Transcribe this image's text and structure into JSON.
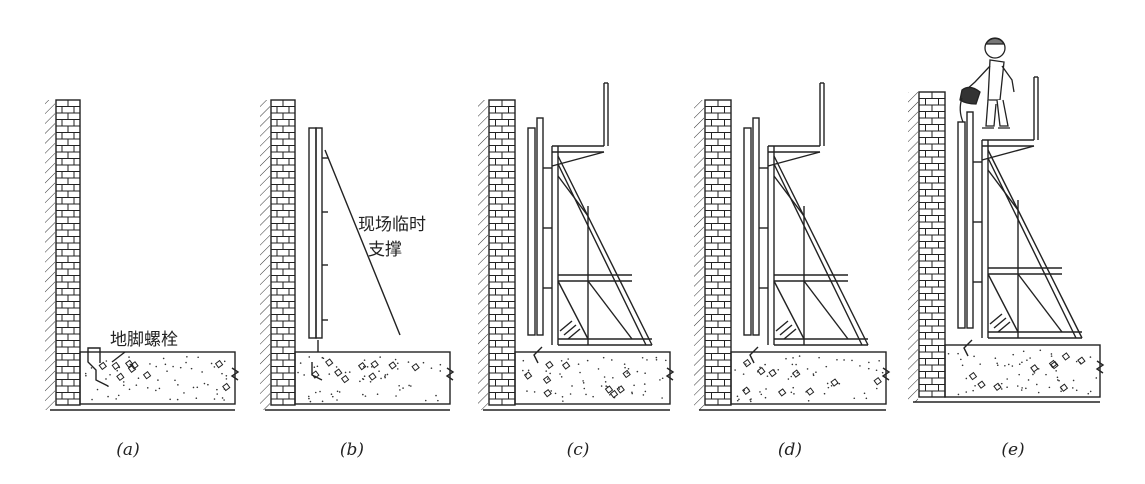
{
  "panels": [
    {
      "id": "a",
      "caption": "(a)"
    },
    {
      "id": "b",
      "caption": "(b)"
    },
    {
      "id": "c",
      "caption": "(c)"
    },
    {
      "id": "d",
      "caption": "(d)"
    },
    {
      "id": "e",
      "caption": "(e)"
    }
  ],
  "labels": {
    "anchor_bolt": "地脚螺栓",
    "temp_support_line1": "现场临时",
    "temp_support_line2": "支撑"
  }
}
